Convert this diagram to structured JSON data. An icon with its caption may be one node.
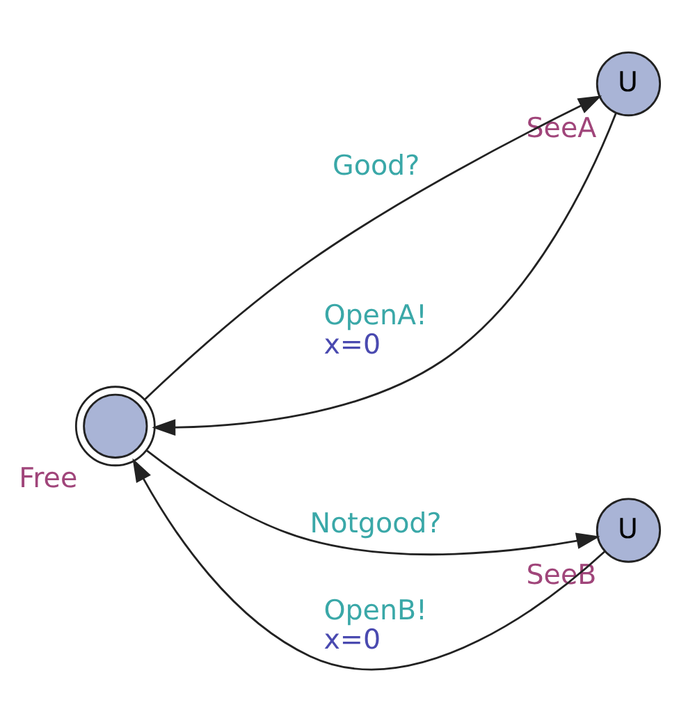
{
  "diagram": {
    "nodes": [
      {
        "text": [
          "SeeA",
          "U"
        ]
      },
      {
        "text": [
          "Free"
        ]
      },
      {
        "text": [
          "SeeB",
          "U"
        ]
      }
    ],
    "edges": [
      {
        "from": 1,
        "to": 0,
        "arrow": "to",
        "label": "Good?"
      },
      {
        "from": 0,
        "to": 1,
        "arrow": "to",
        "label": "OpenA! x=0"
      },
      {
        "from": 1,
        "to": 2,
        "arrow": "to",
        "label": "Notgood?"
      },
      {
        "from": 2,
        "to": 1,
        "arrow": "to",
        "label": "OpenB! x=0"
      }
    ]
  }
}
